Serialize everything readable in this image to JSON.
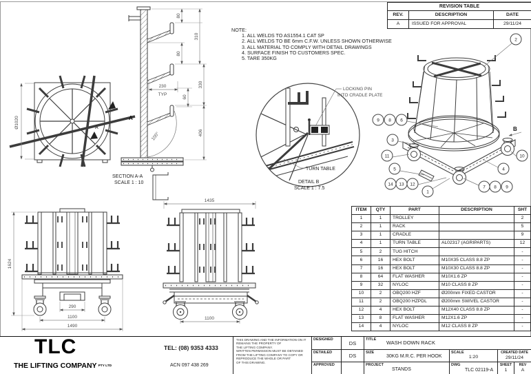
{
  "revision_table": {
    "title": "REVISION TABLE",
    "col_rev": "REV.",
    "col_description": "DESCRIPTION",
    "col_date": "DATE",
    "rows": [
      [
        "A",
        "ISSUED FOR APPROVAL",
        "29/11/24"
      ]
    ]
  },
  "notes": {
    "title": "NOTE:",
    "items": [
      "1. ALL WELDS TO AS1554.1 CAT SP",
      "2. ALL WELDS TO BE 6mm C.F.W. UNLESS SHOWN OTHERWISE",
      "3. ALL MATERIAL TO COMPLY WITH DETAIL DRAWINGS",
      "4. SURFACE FINISH TO CUSTOMERS SPEC.",
      "5. TARE 350KG"
    ]
  },
  "plan_view": {
    "diameter": "Ø1020",
    "section_letter": "A"
  },
  "section_view": {
    "title": "SECTION A-A",
    "scale": "SCALE 1 : 10",
    "dim_80_top": "80",
    "dim_310": "310",
    "dim_80_mid": "80",
    "dim_230": "230",
    "dim_typ": "TYP",
    "dim_60": "60",
    "dim_330": "330",
    "dim_406": "406",
    "dim_angle": "100°"
  },
  "detail_view": {
    "title": "DETAIL B",
    "scale": "SCALE 1 : 7.5",
    "locking_line1": "LOCKING PIN",
    "locking_line2": "INTO CRADLE PLATE",
    "turn_table": "TURN TABLE"
  },
  "iso_view": {
    "balloons": [
      "2",
      "9",
      "8",
      "6",
      "3",
      "11",
      "5",
      "14",
      "13",
      "12",
      "1",
      "7",
      "8",
      "9",
      "10",
      "4"
    ],
    "view_letter": "B"
  },
  "front_view": {
    "dim_height": "1624",
    "dim_290": "290",
    "dim_1100": "1100",
    "dim_1490": "1490"
  },
  "side_view": {
    "dim_1435": "1435",
    "dim_1100": "1100"
  },
  "parts_table": {
    "headers": [
      "ITEM",
      "QTY",
      "PART",
      "DESCRIPTION",
      "SHT"
    ],
    "rows": [
      [
        "1",
        "1",
        "TROLLEY",
        "",
        "2"
      ],
      [
        "2",
        "1",
        "RACK",
        "",
        "5"
      ],
      [
        "3",
        "1",
        "CRADLE",
        "",
        "9"
      ],
      [
        "4",
        "1",
        "TURN TABLE",
        "AL02317 (AGRIPARTS)",
        "12"
      ],
      [
        "5",
        "2",
        "TUG HITCH",
        "",
        "-"
      ],
      [
        "6",
        "16",
        "HEX BOLT",
        "M10X35 CLASS 8.8 ZP",
        "-"
      ],
      [
        "7",
        "16",
        "HEX BOLT",
        "M10X30 CLASS 8.8 ZP",
        "-"
      ],
      [
        "8",
        "64",
        "FLAT WASHER",
        "M10X1.6 ZP",
        "-"
      ],
      [
        "9",
        "32",
        "NYLOC",
        "M10 CLASS 8 ZP",
        "-"
      ],
      [
        "10",
        "2",
        "OBQ200 HZF",
        "Ø200mm FIXED CASTOR",
        "-"
      ],
      [
        "11",
        "2",
        "OBQ200 HZPDL",
        "Ø200mm SWIVEL CASTOR",
        "-"
      ],
      [
        "12",
        "4",
        "HEX BOLT",
        "M12X40 CLASS 8.8 ZP",
        "-"
      ],
      [
        "13",
        "8",
        "FLAT WASHER",
        "M12X1.6 ZP",
        "-"
      ],
      [
        "14",
        "4",
        "NYLOC",
        "M12 CLASS 8 ZP",
        "-"
      ]
    ]
  },
  "title_block": {
    "logo": "TLC",
    "company_name": "THE LIFTING COMPANY",
    "company_suffix": "PTY LTD",
    "tel": "TEL: (08) 9353 4333",
    "acn": "ACN 097 438 269",
    "disclaimer": [
      "THIS DRAWING AND THE INFORMATION ON IT",
      "REMAINS THE PROPERTY OF",
      "THE LIFTING COMPANY.",
      "WRITTEN PERMISSION MUST BE OBTAINED",
      "FROM THE LIFTING COMPANY TO COPY OR",
      "REPRODUCE THE WHOLE OR PART",
      "OF THIS DRAWING."
    ],
    "designed_label": "DESIGNED",
    "designed_value": "DS",
    "detailed_label": "DETAILED",
    "detailed_value": "DS",
    "approved_label": "APPROVED",
    "approved_value": "",
    "title_label": "TITLE",
    "title_value": "WASH DOWN RACK",
    "size_label": "SIZE",
    "size_value": "30KG M.R.C. PER HOOK",
    "project_label": "PROJECT",
    "project_value": "STANDS",
    "scale_label": "SCALE",
    "scale_value": "1:20",
    "dwg_label": "DWG",
    "dwg_value": "TLC 02119-A",
    "created_label": "CREATED DATE",
    "created_value": "29/11/24",
    "sheet_label": "SHEET",
    "sheet_value": "1",
    "rev_label": "REV",
    "rev_value": "A"
  }
}
